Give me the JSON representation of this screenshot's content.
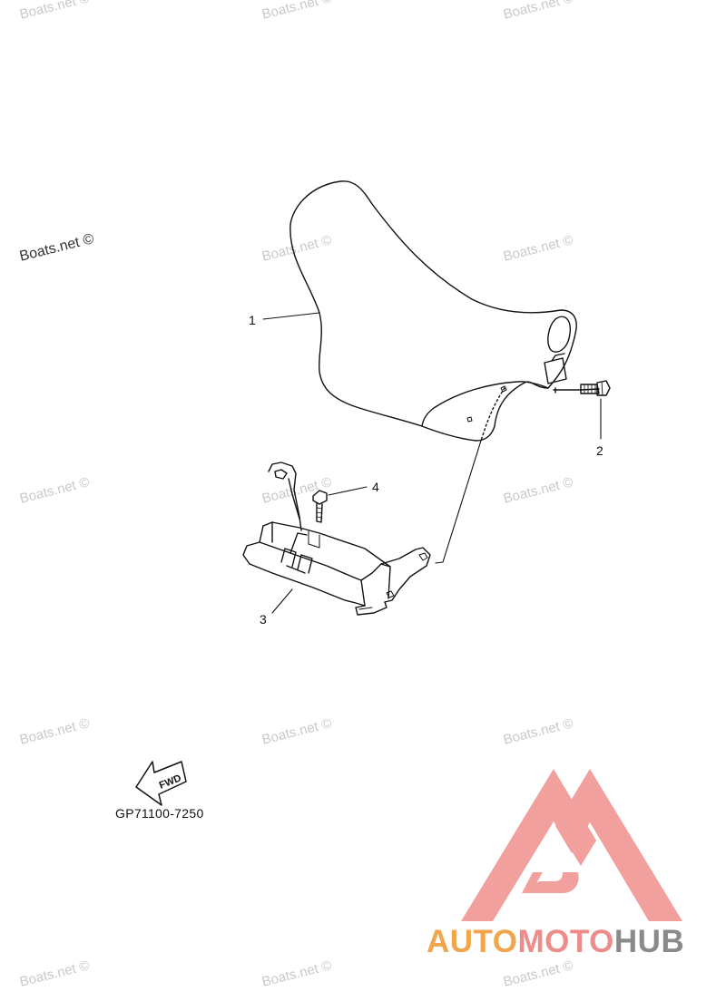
{
  "watermark_text": "Boats.net ©",
  "callouts": [
    "1",
    "2",
    "3",
    "4"
  ],
  "fwd_label": "FWD",
  "part_code": "GP71100-7250",
  "brand": {
    "part1": "AUTO",
    "part2": "MOTO",
    "part3": "HUB",
    "colors": {
      "auto": "#f0a64a",
      "moto": "#ec8d8b",
      "hub": "#8a8a8a",
      "logo": "#f2a09d"
    }
  },
  "icons": [
    "fwd-arrow-icon",
    "automotohub-logo-icon"
  ]
}
